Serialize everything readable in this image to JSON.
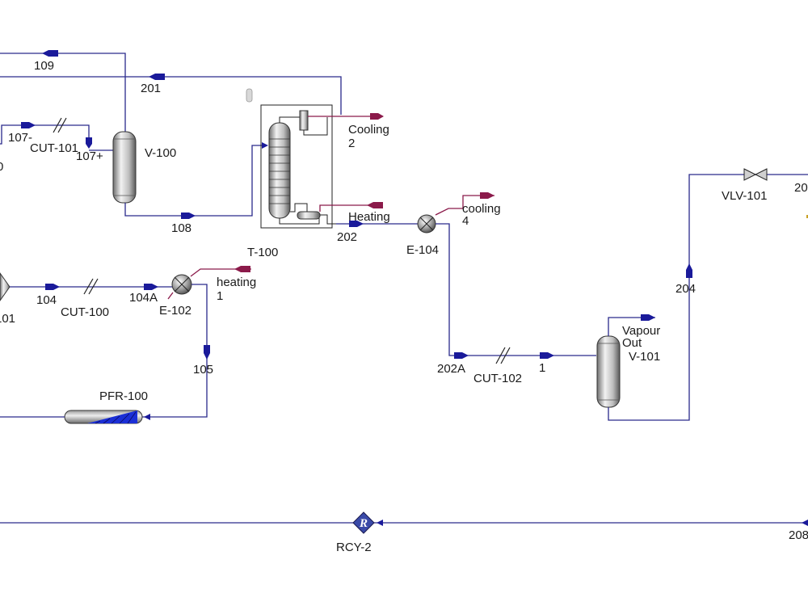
{
  "streams": {
    "s109": "109",
    "s201": "201",
    "s107a": "107-",
    "s107b": "107+",
    "s108": "108",
    "s202": "202",
    "s202a": "202A",
    "s1": "1",
    "s104": "104",
    "s104a": "104A",
    "s105": "105",
    "s204": "204",
    "s20x": "20",
    "s208": "208",
    "s0": "0",
    "s101": "101"
  },
  "units": {
    "cut101": "CUT-101",
    "v100": "V-100",
    "t100": "T-100",
    "e104": "E-104",
    "cut100": "CUT-100",
    "e102": "E-102",
    "pfr100": "PFR-100",
    "cut102": "CUT-102",
    "v101": "V-101",
    "vlv101": "VLV-101",
    "rcy2": "RCY-2",
    "rcy_symbol": "R"
  },
  "energy": {
    "cooling2_a": "Cooling",
    "cooling2_b": "2",
    "heating": "Heating",
    "cooling4_a": "cooling",
    "cooling4_b": "4",
    "heating1_a": "heating",
    "heating1_b": "1",
    "vapour_a": "Vapour",
    "vapour_b": "Out"
  },
  "colors": {
    "material_stream": "#2a2a8c",
    "energy_stream": "#8b1a4a",
    "reactor_fill": "#1b2fd6"
  }
}
